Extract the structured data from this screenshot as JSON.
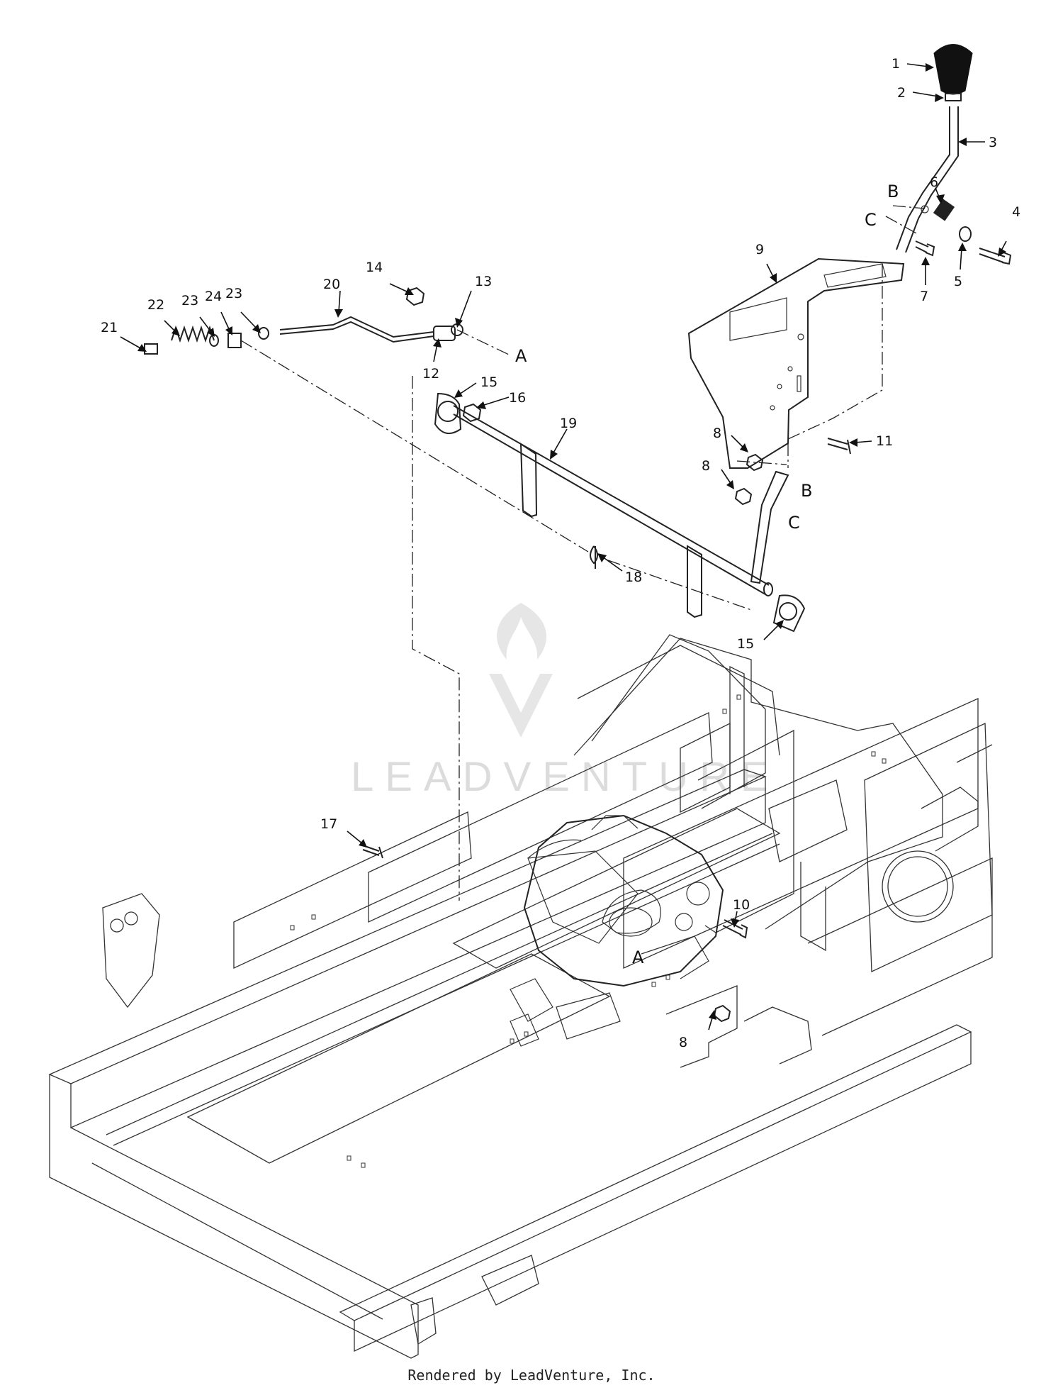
{
  "watermark": {
    "text": "LEADVENTURE"
  },
  "footer": {
    "text": "Rendered by LeadVenture, Inc."
  },
  "callouts": [
    {
      "id": "c1",
      "label": "1"
    },
    {
      "id": "c2",
      "label": "2"
    },
    {
      "id": "c3",
      "label": "3"
    },
    {
      "id": "c4",
      "label": "4"
    },
    {
      "id": "c5",
      "label": "5"
    },
    {
      "id": "c6",
      "label": "6"
    },
    {
      "id": "c7",
      "label": "7"
    },
    {
      "id": "c8a",
      "label": "8"
    },
    {
      "id": "c8b",
      "label": "8"
    },
    {
      "id": "c8c",
      "label": "8"
    },
    {
      "id": "c9",
      "label": "9"
    },
    {
      "id": "c10",
      "label": "10"
    },
    {
      "id": "c11",
      "label": "11"
    },
    {
      "id": "c12",
      "label": "12"
    },
    {
      "id": "c13",
      "label": "13"
    },
    {
      "id": "c14",
      "label": "14"
    },
    {
      "id": "c15a",
      "label": "15"
    },
    {
      "id": "c15b",
      "label": "15"
    },
    {
      "id": "c16",
      "label": "16"
    },
    {
      "id": "c17",
      "label": "17"
    },
    {
      "id": "c18",
      "label": "18"
    },
    {
      "id": "c19",
      "label": "19"
    },
    {
      "id": "c20",
      "label": "20"
    },
    {
      "id": "c21",
      "label": "21"
    },
    {
      "id": "c22",
      "label": "22"
    },
    {
      "id": "c23a",
      "label": "23"
    },
    {
      "id": "c23b",
      "label": "23"
    },
    {
      "id": "c24",
      "label": "24"
    }
  ],
  "reference_letters": {
    "a_top": "A",
    "a_frame": "A",
    "b_lever": "B",
    "b_shaft": "B",
    "c_lever": "C",
    "c_shaft": "C"
  }
}
